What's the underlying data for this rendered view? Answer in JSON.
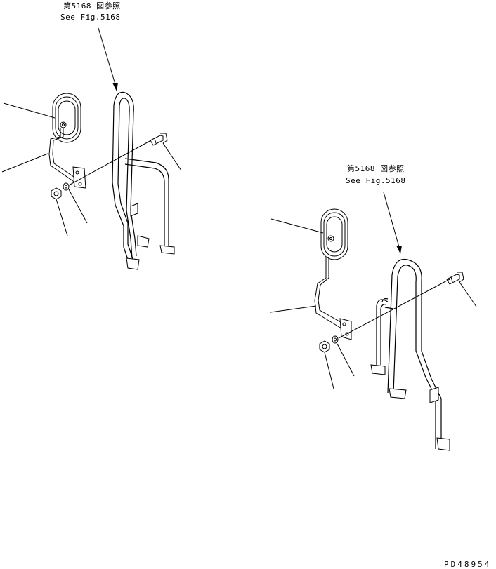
{
  "references": [
    {
      "jp": "第5168 図参照",
      "en": "See Fig.5168"
    },
    {
      "jp": "第5168 図参照",
      "en": "See Fig.5168"
    }
  ],
  "drawing_code": "PD48954"
}
